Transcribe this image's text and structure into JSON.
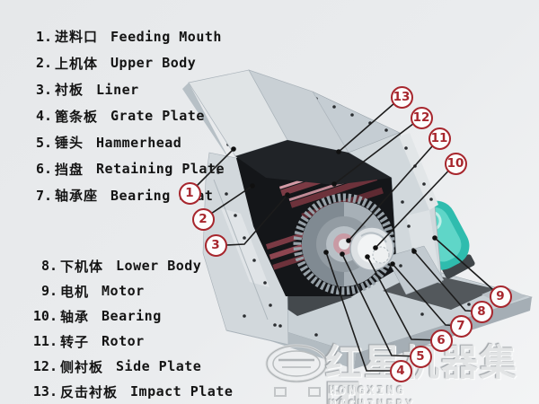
{
  "machine": {
    "subject": "fine crusher cutaway illustration"
  },
  "parts_list": {
    "group_top": [
      {
        "num": "1.",
        "zh": "进料口",
        "en": "Feeding Mouth"
      },
      {
        "num": "2.",
        "zh": "上机体",
        "en": "Upper Body"
      },
      {
        "num": "3.",
        "zh": "衬板",
        "en": "Liner"
      },
      {
        "num": "4.",
        "zh": "篦条板",
        "en": "Grate Plate"
      },
      {
        "num": "5.",
        "zh": "锤头",
        "en": "Hammerhead"
      },
      {
        "num": "6.",
        "zh": "挡盘",
        "en": "Retaining Plate"
      },
      {
        "num": "7.",
        "zh": "轴承座",
        "en": "Bearing Seat"
      }
    ],
    "group_bottom": [
      {
        "num": "8.",
        "zh": "下机体",
        "en": "Lower Body"
      },
      {
        "num": "9.",
        "zh": "电机",
        "en": "Motor"
      },
      {
        "num": "10.",
        "zh": "轴承",
        "en": "Bearing"
      },
      {
        "num": "11.",
        "zh": "转子",
        "en": "Rotor"
      },
      {
        "num": "12.",
        "zh": "侧衬板",
        "en": "Side Plate"
      },
      {
        "num": "13.",
        "zh": "反击衬板",
        "en": "Impact Plate"
      }
    ]
  },
  "callouts": [
    {
      "number": "1",
      "part": "Feeding Mouth"
    },
    {
      "number": "2",
      "part": "Upper Body"
    },
    {
      "number": "3",
      "part": "Liner"
    },
    {
      "number": "4",
      "part": "Grate Plate"
    },
    {
      "number": "5",
      "part": "Hammerhead"
    },
    {
      "number": "6",
      "part": "Retaining Plate"
    },
    {
      "number": "7",
      "part": "Bearing Seat"
    },
    {
      "number": "8",
      "part": "Lower Body"
    },
    {
      "number": "9",
      "part": "Motor"
    },
    {
      "number": "10",
      "part": "Bearing"
    },
    {
      "number": "11",
      "part": "Rotor"
    },
    {
      "number": "12",
      "part": "Side Plate"
    },
    {
      "number": "13",
      "part": "Impact Plate"
    }
  ],
  "watermark": {
    "cn": "红星机器集团",
    "en": "HONGXING MACHINERY GROUP",
    "logo": "oval-globe-logo"
  },
  "colors": {
    "callout_red": "#a7262d",
    "motor_teal": "#31c1b2",
    "rotor_pink": "#cd9aa5",
    "body_gray": "#d2d8dd",
    "interior_dark": "#141619",
    "line_black": "#1c1c1c",
    "background": "#e9ebed"
  }
}
